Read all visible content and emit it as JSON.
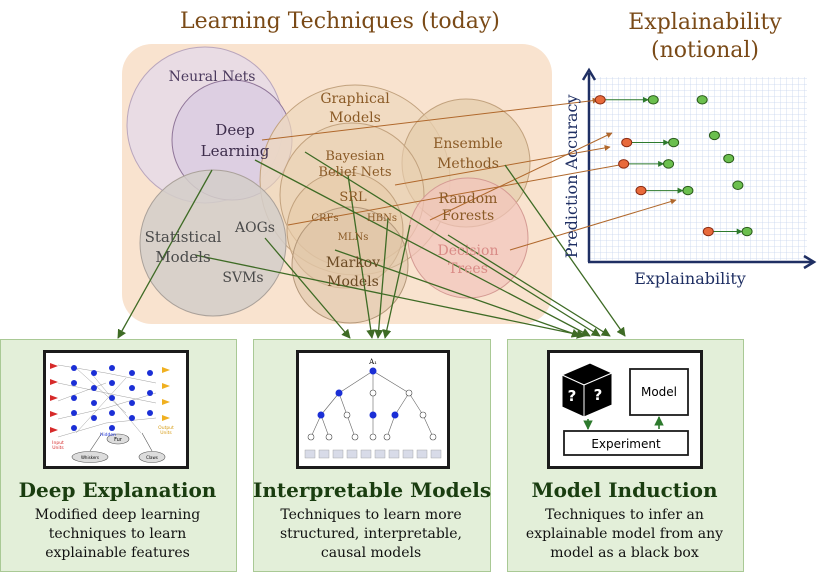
{
  "header": {
    "left_title": "Learning Techniques (today)",
    "right_title_line1": "Explainability",
    "right_title_line2": "(notional)"
  },
  "techniques": {
    "neural_nets": "Neural Nets",
    "deep_learning_1": "Deep",
    "deep_learning_2": "Learning",
    "graphical_models_1": "Graphical",
    "graphical_models_2": "Models",
    "bayesian_1": "Bayesian",
    "bayesian_2": "Belief Nets",
    "ensemble_1": "Ensemble",
    "ensemble_2": "Methods",
    "srl": "SRL",
    "crfs": "CRFs",
    "hbns": "HBNs",
    "mlns": "MLNs",
    "random_forests_1": "Random",
    "random_forests_2": "Forests",
    "statistical_1": "Statistical",
    "statistical_2": "Models",
    "aogs": "AOGs",
    "svms": "SVMs",
    "markov_1": "Markov",
    "markov_2": "Models",
    "decision_trees_1": "Decision",
    "decision_trees_2": "Trees"
  },
  "chart_data": {
    "type": "scatter",
    "xlabel": "Explainability",
    "ylabel": "Prediction Accuracy",
    "series": [
      {
        "values": [
          [
            1.0,
            9.0
          ],
          [
            6.2,
            9.0
          ],
          [
            11.0,
            9.0
          ]
        ]
      },
      {
        "values": [
          [
            3.6,
            6.6
          ],
          [
            8.2,
            6.6
          ],
          [
            12.2,
            7.0
          ],
          [
            13.6,
            5.7
          ]
        ]
      },
      {
        "values": [
          [
            3.3,
            5.4
          ],
          [
            7.7,
            5.4
          ],
          [
            14.5,
            4.2
          ]
        ]
      },
      {
        "values": [
          [
            5.0,
            3.9
          ],
          [
            9.6,
            3.9
          ]
        ]
      },
      {
        "values": [
          [
            11.6,
            1.6
          ],
          [
            15.4,
            1.6
          ]
        ]
      }
    ]
  },
  "panels": [
    {
      "title": "Deep Explanation",
      "desc_1": "Modified deep learning",
      "desc_2": "techniques to learn",
      "desc_3": "explainable features"
    },
    {
      "title": "Interpretable Models",
      "desc_1": "Techniques to learn more",
      "desc_2": "structured, interpretable,",
      "desc_3": "causal models"
    },
    {
      "title": "Model Induction",
      "desc_1": "Techniques to infer an",
      "desc_2": "explainable model from any",
      "desc_3": "model as a black box"
    }
  ],
  "thumb_deep": {
    "input": "Input",
    "units": "Units",
    "hidden": "Hidden",
    "output": "Output",
    "fur": "Fur",
    "whiskers": "Whiskers",
    "claws": "Claws"
  },
  "thumb_tree": {
    "root": "A₁"
  },
  "thumb_induction": {
    "model": "Model",
    "experiment": "Experiment",
    "q1": "?",
    "q2": "?"
  },
  "colors": {
    "bg_region": "#f9e3cf",
    "brown_text": "#7a4a17",
    "purple_text": "#4b3a5e",
    "gray_text": "#4a4a4a",
    "panel_bg": "#e3efd9",
    "arrow_green": "#3e6b25",
    "arrow_brown": "#b0682c",
    "red_point": "#e86a3b",
    "green_point": "#6bbf4e"
  }
}
